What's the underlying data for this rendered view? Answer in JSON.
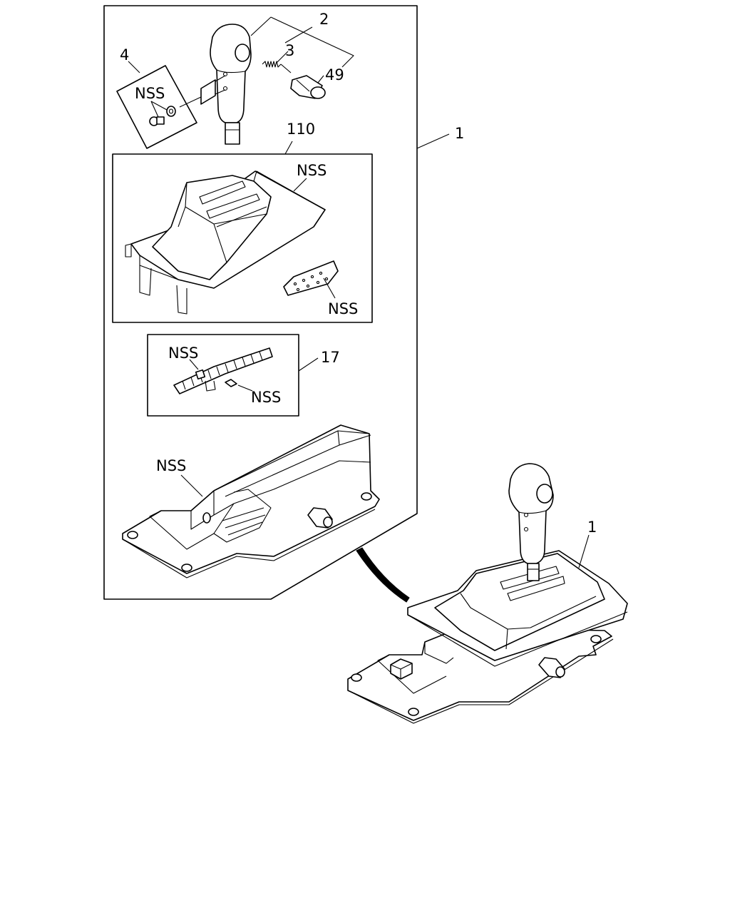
{
  "labels": {
    "assembly": "1",
    "knob": "2",
    "spring": "3",
    "screw_kit": "4",
    "button": "49",
    "bezel": "110",
    "indicator": "17",
    "assembly_installed": "1"
  },
  "nss": {
    "screw_kit": "NSS",
    "bezel_cover": "NSS",
    "bezel_plate": "NSS",
    "indicator_strip": "NSS",
    "indicator_lamp": "NSS",
    "base": "NSS"
  }
}
